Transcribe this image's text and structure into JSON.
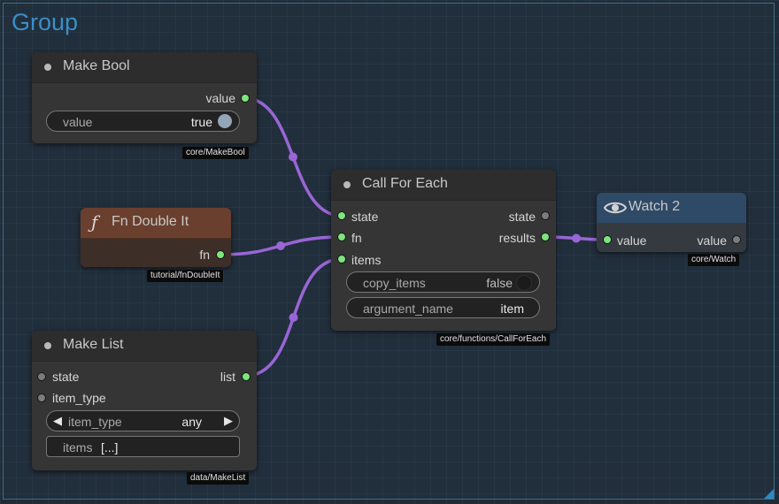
{
  "group": {
    "title": "Group"
  },
  "colors": {
    "link": "#9966d6",
    "socket_connected": "#7de57d",
    "socket_idle": "#7c7c7c",
    "fn_node_header": "#6a3f2e",
    "fn_node_body": "#3d2e28",
    "watch_node_header": "#2e4a66",
    "group_title": "#3b8ec6"
  },
  "nodes": {
    "make_bool": {
      "title": "Make Bool",
      "output": "value",
      "widget": {
        "label": "value",
        "value": "true"
      },
      "type": "core/MakeBool"
    },
    "fn_double": {
      "icon": "function-icon",
      "title": "Fn Double It",
      "output": "fn",
      "type": "tutorial/fnDoubleIt"
    },
    "make_list": {
      "title": "Make List",
      "inputs": [
        "state",
        "item_type"
      ],
      "output": "list",
      "combo": {
        "label": "item_type",
        "value": "any",
        "left_arrow": "◀",
        "right_arrow": "▶"
      },
      "items_widget": {
        "label": "items",
        "value": "[...]"
      },
      "type": "data/MakeList"
    },
    "call_for_each": {
      "title": "Call For Each",
      "inputs": [
        "state",
        "fn",
        "items"
      ],
      "outputs": [
        "state",
        "results"
      ],
      "toggle": {
        "label": "copy_items",
        "value": "false"
      },
      "text_widget": {
        "label": "argument_name",
        "value": "item"
      },
      "type": "core/functions/CallForEach"
    },
    "watch": {
      "icon": "eye-icon",
      "title": "Watch 2",
      "input": "value",
      "output": "value",
      "type": "core/Watch"
    }
  }
}
